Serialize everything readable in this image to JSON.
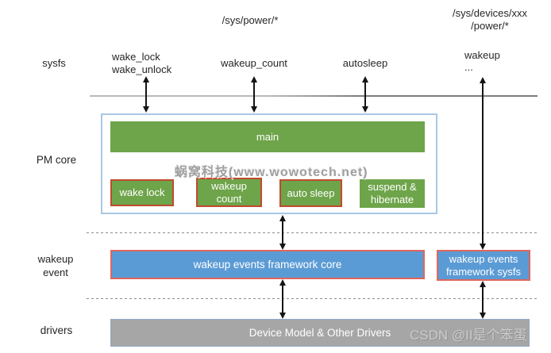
{
  "paths": {
    "sys_power": "/sys/power/*",
    "sys_devices_line1": "/sys/devices/xxx",
    "sys_devices_line2": "/power/*"
  },
  "rows": {
    "sysfs": "sysfs",
    "pm_core": "PM core",
    "wakeup_event_line1": "wakeup",
    "wakeup_event_line2": "event",
    "drivers": "drivers"
  },
  "sysfs_nodes": {
    "wake_lock_line1": "wake_lock",
    "wake_lock_line2": "wake_unlock",
    "wakeup_count": "wakeup_count",
    "autosleep": "autosleep",
    "wakeup": "wakeup",
    "wakeup_ellipsis": "..."
  },
  "pm_core": {
    "main": "main",
    "modules": [
      "wake lock",
      "wakeup count",
      "auto sleep",
      "suspend & hibernate"
    ]
  },
  "wakeup_event": {
    "core": "wakeup events framework core",
    "sysfs": "wakeup events framework sysfs"
  },
  "drivers": {
    "box": "Device Model & Other Drivers"
  },
  "watermarks": {
    "wowotech": "蜗窝科技(www.wowotech.net)",
    "csdn": "CSDN @II是个笨蛋"
  },
  "colors": {
    "module_green": "#6ea44a",
    "framework_blue": "#5b9bd5",
    "drivers_gray": "#a6a6a6",
    "module_border_red": "#c04a2e",
    "framework_border_pink": "#e0665c",
    "pm_outer_border_blue": "#a9c7e3",
    "arrow_black": "#141414"
  }
}
